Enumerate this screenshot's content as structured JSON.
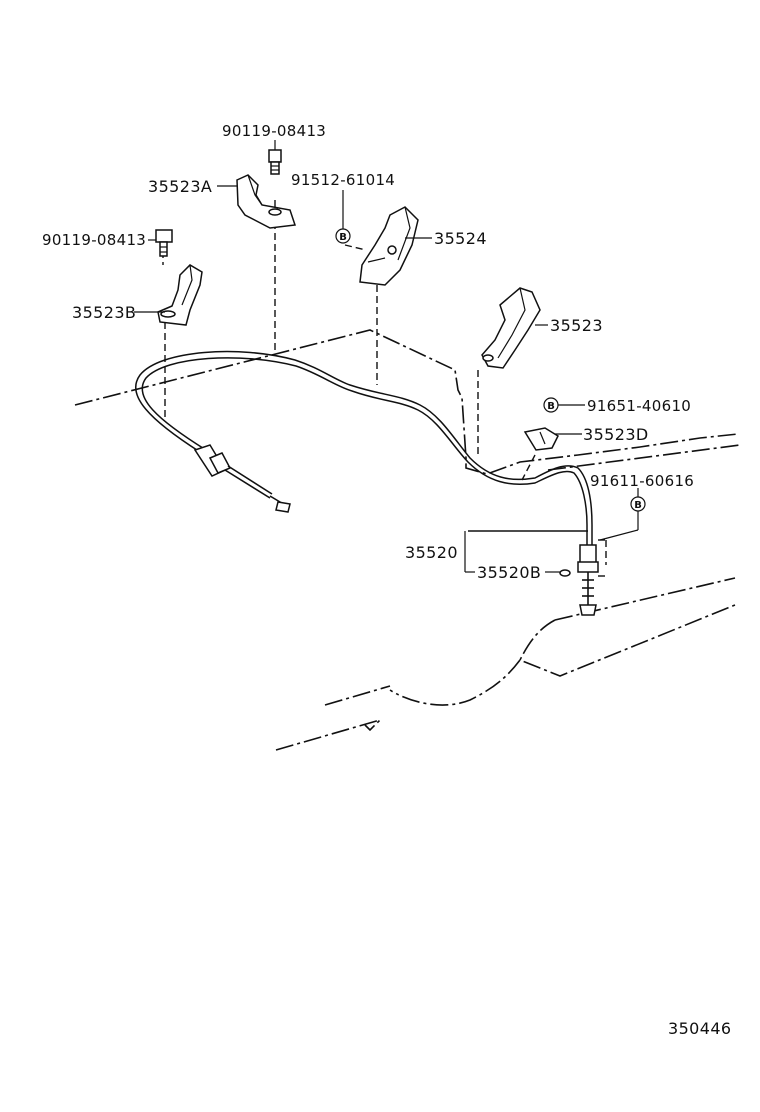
{
  "diagram_id": "350446",
  "badge_letter": "B",
  "labels": {
    "bolt_upper": "90119-08413",
    "bolt_left": "90119-08413",
    "bracket_a": "35523A",
    "bracket_b": "35523B",
    "clip_91512": "91512-61014",
    "bracket_35524": "35524",
    "bracket_35523": "35523",
    "clip_91651": "91651-40610",
    "bracket_d": "35523D",
    "clip_91611": "91611-60616",
    "cable_35520": "35520",
    "clip_35520b": "35520B"
  }
}
